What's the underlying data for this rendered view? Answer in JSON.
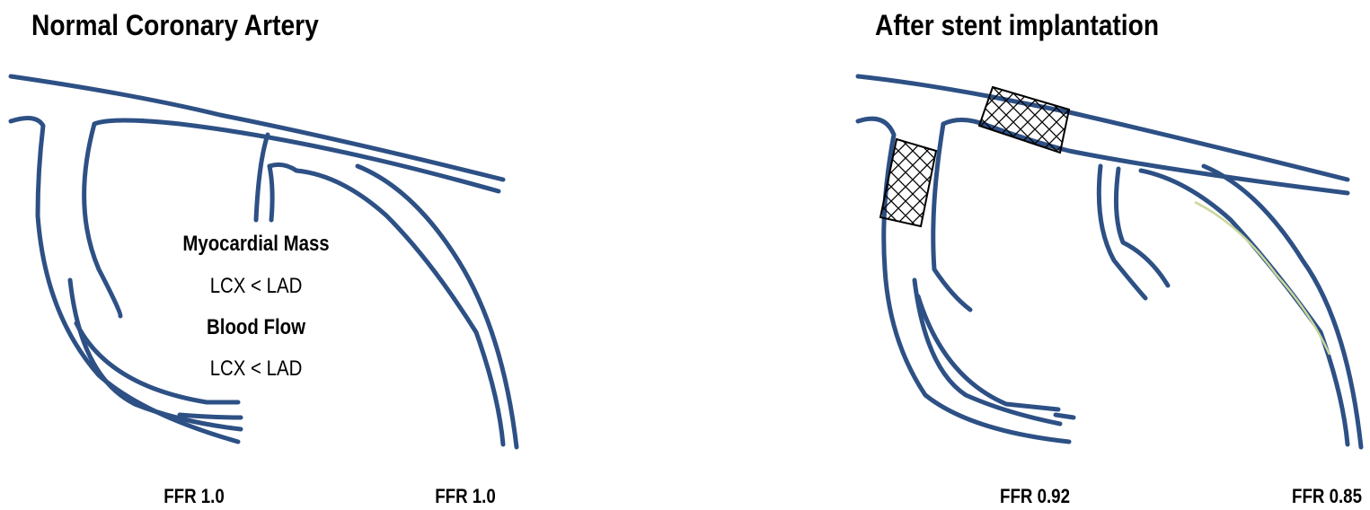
{
  "left_panel": {
    "title": "Normal Coronary Artery",
    "mass_heading": "Myocardial Mass",
    "mass_comparison": "LCX < LAD",
    "flow_heading": "Blood Flow",
    "flow_comparison": "LCX <  LAD",
    "ffr_lcx": "FFR 1.0",
    "ffr_lad": "FFR 1.0"
  },
  "right_panel": {
    "title": "After stent implantation",
    "ffr_lcx": "FFR 0.92",
    "ffr_lad": "FFR 0.85"
  },
  "colors": {
    "vessel": "#2d5085",
    "plaque": "#c9d79a",
    "stent": "#000000"
  }
}
